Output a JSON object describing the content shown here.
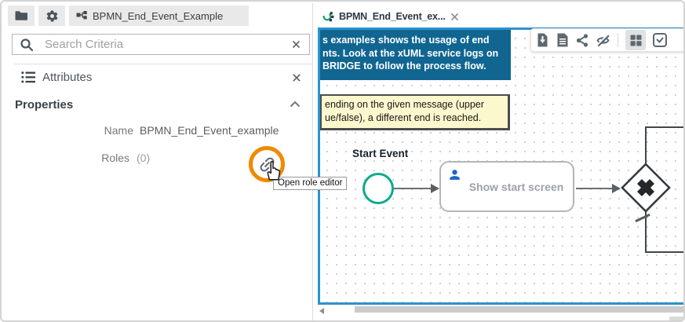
{
  "left_panel": {
    "tabs": {
      "project_label": "BPMN_End_Event_Example"
    },
    "search": {
      "placeholder": "Search Criteria"
    },
    "attributes_header": {
      "label": "Attributes"
    },
    "properties": {
      "title": "Properties",
      "fields": [
        {
          "label": "Name",
          "value": "BPMN_End_Event_example"
        },
        {
          "label": "Roles",
          "value": "(0)"
        }
      ],
      "role_editor_tooltip": "Open role editor"
    }
  },
  "editor": {
    "tab_label": "BPMN_End_Event_ex...",
    "toolbar_icons": [
      "download-icon",
      "document-icon",
      "share-icon",
      "hide-icon",
      "grid-icon",
      "more-icon"
    ],
    "header_note": {
      "lines": [
        "s examples shows the usage of end",
        "nts. Look at the xUML service logs on",
        "BRIDGE to follow the process flow."
      ]
    },
    "annotation_note": {
      "lines": [
        "ending on the given message (upper",
        "ue/false), a different end is reached."
      ]
    },
    "diagram": {
      "start_event_label": "Start Event",
      "task_label": "Show start screen"
    }
  },
  "colors": {
    "panel_border_blue": "#2B93CC",
    "header_note_bg": "#106691",
    "annotation_bg": "#FCF8CD",
    "start_event_green": "#0CAB8A",
    "highlight_orange": "#EF8A00",
    "person_blue": "#1B67C9"
  }
}
